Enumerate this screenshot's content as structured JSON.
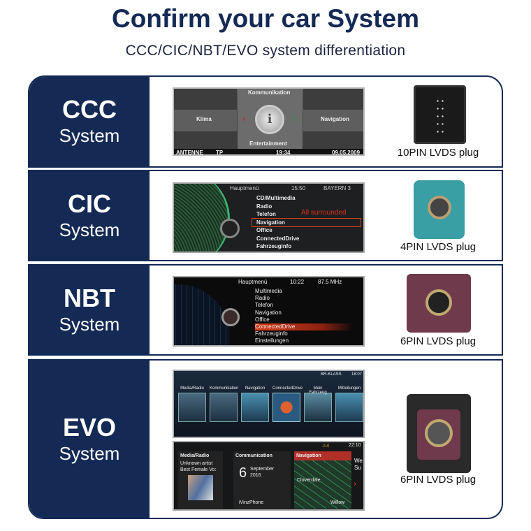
{
  "title": "Confirm your car System",
  "subtitle": "CCC/CIC/NBT/EVO system differentiation",
  "colors": {
    "navy": "#142a55",
    "cic_plug": "#3a9ea5",
    "nbt_plug": "#6e3a4c",
    "highlight": "#d9401c"
  },
  "systems": [
    {
      "code": "CCC",
      "label": "System",
      "plug": "10PIN LVDS plug",
      "screen": {
        "top": "Kommunikation",
        "left": "Klima",
        "right": "Navigation",
        "bottom": "Entertainment",
        "center_icon": "info-icon",
        "status": [
          "ANTENNE",
          "TP",
          "19:34",
          "09.05.2009"
        ]
      }
    },
    {
      "code": "CIC",
      "label": "System",
      "plug": "4PIN LVDS plug",
      "screen": {
        "header": [
          "Hauptmenü",
          "15:50",
          "BAYERN 3"
        ],
        "items": [
          "CD/Multimedia",
          "Radio",
          "Telefon",
          "Navigation",
          "Office",
          "ConnectedDrive",
          "Fahrzeuginfo"
        ],
        "selected": "Navigation",
        "annotation": "All surrounded"
      }
    },
    {
      "code": "NBT",
      "label": "System",
      "plug": "6PIN LVDS plug",
      "screen": {
        "header": [
          "Hauptmenü",
          "10:22",
          "87.5 MHz"
        ],
        "items": [
          "Multimedia",
          "Radio",
          "Telefon",
          "Navigation",
          "Office",
          "ConnectedDrive",
          "Fahrzeuginfo",
          "Einstellungen"
        ],
        "selected": "ConnectedDrive"
      }
    },
    {
      "code": "EVO",
      "label": "System",
      "plug": "6PIN LVDS plug",
      "screen_top": {
        "status": "BR-KLASS",
        "time": "18:07",
        "tiles": [
          "Media/Radio",
          "Kommunikation",
          "Navigation",
          "ConnectedDrive",
          "Mein Fahrzeug",
          "Mitteilungen"
        ]
      },
      "screen_bottom": {
        "time": "22:10",
        "alert": "4",
        "media": {
          "title": "Media/Radio",
          "artist": "Unknown artist",
          "track": "Best Female Vo:"
        },
        "comm": {
          "title": "Communication",
          "day": "6",
          "month": "September",
          "year": "2016",
          "phone": "iVinzPhone"
        },
        "nav": {
          "title": "Navigation",
          "place": "Cloverdale",
          "road": "Willow"
        },
        "extra": "We Su"
      }
    }
  ]
}
